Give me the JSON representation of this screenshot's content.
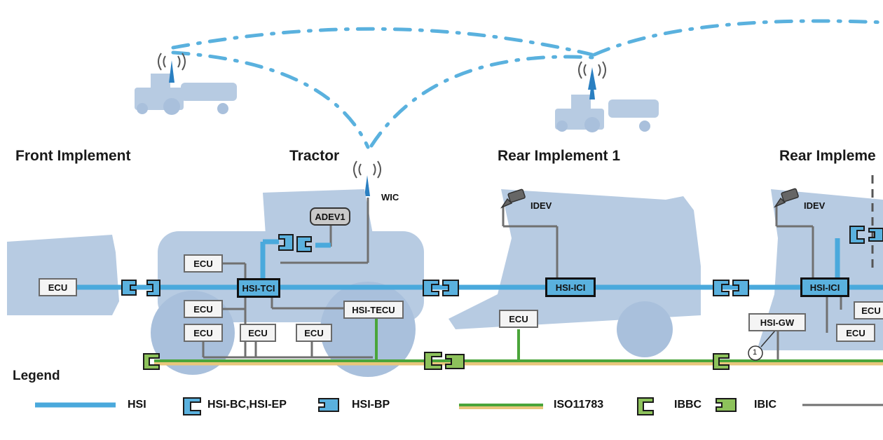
{
  "sections": {
    "front": "Front Implement",
    "tractor": "Tractor",
    "rear1": "Rear Implement 1",
    "rear2": "Rear Impleme"
  },
  "devices": {
    "ecu": "ECU",
    "hsi_tci": "HSI-TCI",
    "hsi_tecu": "HSI-TECU",
    "hsi_ici": "HSI-ICI",
    "hsi_gw": "HSI-GW",
    "adev1": "ADEV1",
    "wic": "WIC",
    "idev": "IDEV",
    "marker": "1"
  },
  "legend": {
    "title": "Legend",
    "hsi": "HSI",
    "hsi_bc": "HSI-BC,HSI-EP",
    "hsi_bp": "HSI-BP",
    "iso": "ISO11783",
    "ibbc": "IBBC",
    "ibic": "IBIC"
  },
  "colors": {
    "hsi": "#4aa9dc",
    "iso": "#4aa53a",
    "silhouette": "#b7cbe2",
    "wiring": "#707070"
  }
}
